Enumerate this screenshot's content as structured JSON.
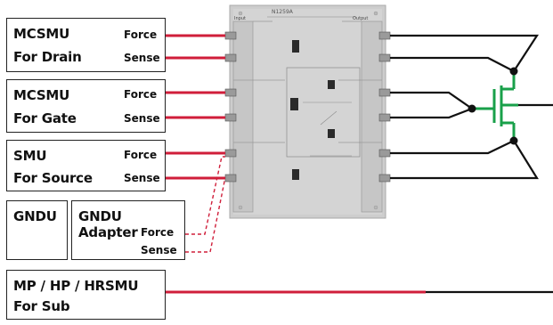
{
  "instruments": [
    {
      "line1": "MCSMU",
      "line2": "For Drain",
      "terminals": [
        "Force",
        "Sense"
      ]
    },
    {
      "line1": "MCSMU",
      "line2": "For Gate",
      "terminals": [
        "Force",
        "Sense"
      ]
    },
    {
      "line1": "SMU",
      "line2": "For Source",
      "terminals": [
        "Force",
        "Sense"
      ]
    },
    {
      "line1": "GNDU",
      "line2": ""
    },
    {
      "line1": "GNDU Adapter",
      "line2": "",
      "terminals": [
        "Force",
        "Sense"
      ]
    },
    {
      "line1": "MP / HP / HRSMU",
      "line2": "For Sub"
    }
  ],
  "fixture": {
    "title": "N1259A",
    "left_label": "Input",
    "right_label": "Output"
  },
  "colors": {
    "cable_red": "#d01e3a",
    "dut_green": "#19a04a",
    "wire_black": "#111111",
    "fixture_gray": "#cfcfcf"
  }
}
